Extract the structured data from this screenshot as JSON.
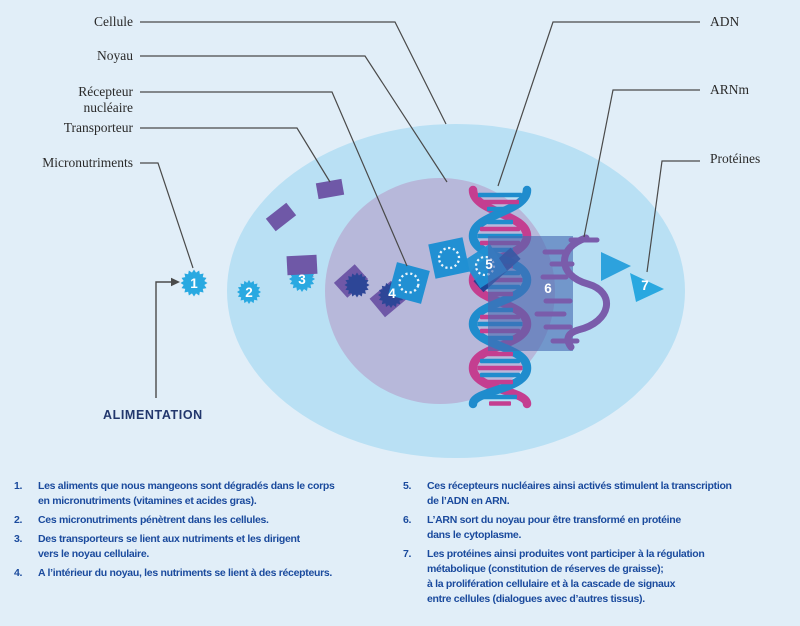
{
  "callouts": {
    "cellule": "Cellule",
    "noyau": "Noyau",
    "recepteur": "Récepteur\nnucléaire",
    "transporteur": "Transporteur",
    "micronutriments": "Micronutriments",
    "adn": "ADN",
    "arnm": "ARNm",
    "proteines": "Protéines"
  },
  "alimentation": "ALIMENTATION",
  "markers": [
    "1",
    "2",
    "3",
    "4",
    "5",
    "6",
    "7"
  ],
  "legend": {
    "left": [
      {
        "num": "1.",
        "text": "Les aliments que nous mangeons sont dégradés dans le corps\nen micronutriments (vitamines et acides gras)."
      },
      {
        "num": "2.",
        "text": "Ces micronutriments pénètrent dans les cellules."
      },
      {
        "num": "3.",
        "text": "Des transporteurs se lient aux nutriments et les dirigent\nvers le noyau cellulaire."
      },
      {
        "num": "4.",
        "text": "A l’intérieur du noyau, les nutriments se lient à des récepteurs."
      }
    ],
    "right": [
      {
        "num": "5.",
        "text": "Ces récepteurs nucléaires ainsi activés stimulent la transcription\nde l’ADN en ARN."
      },
      {
        "num": "6.",
        "text": "L’ARN sort du noyau pour être transformé en protéine\ndans le cytoplasme."
      },
      {
        "num": "7.",
        "text": "Les protéines ainsi produites vont participer à la régulation\nmétabolique (constitution de réserves de graisse);\nà la prolifération cellulaire et à la cascade de signaux\nentre cellules (dialogues avec d’autres tissus)."
      }
    ]
  },
  "colors": {
    "background": "#e1eef8",
    "cell": "#b9e0f4",
    "nucleus": "#b7b8da",
    "micronutrient_cyan": "#29a9e1",
    "transporter_purple": "#6f58a7",
    "receptor_blue": "#2190d3",
    "dna_blue": "#1f8ccd",
    "dna_pink": "#c43e90",
    "arn_purple": "#7a5cab",
    "legend_text": "#1a4a9d"
  }
}
